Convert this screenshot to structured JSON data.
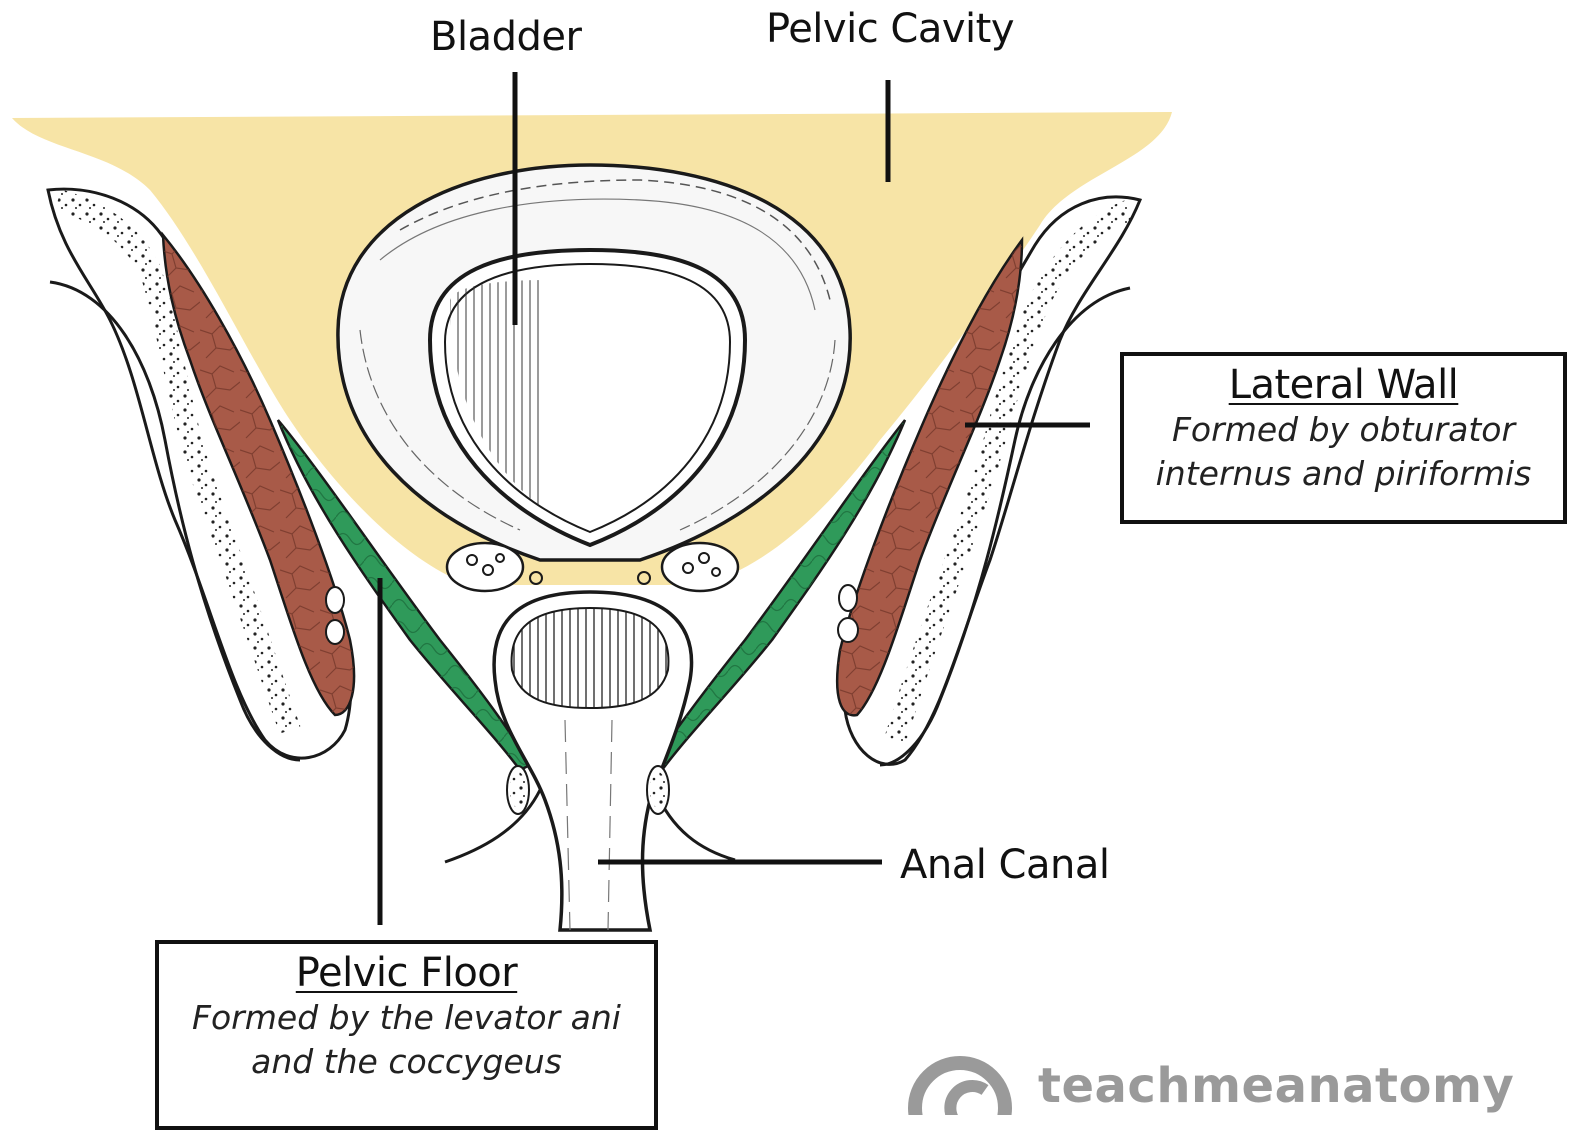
{
  "labels": {
    "bladder": "Bladder",
    "pelvic_cavity": "Pelvic Cavity",
    "anal_canal": "Anal Canal"
  },
  "lateral_wall": {
    "title": "Lateral Wall",
    "desc_line1": "Formed by obturator",
    "desc_line2": "internus and piriformis"
  },
  "pelvic_floor": {
    "title": "Pelvic Floor",
    "desc_line1": "Formed by the levator ani",
    "desc_line2": "and the coccygeus"
  },
  "watermark": {
    "text": "teachmeanatomy",
    "icon": "copyright-icon"
  },
  "colors": {
    "pelvic_cavity": "#f7e4a6",
    "lateral_wall_muscle": "#a85a48",
    "pelvic_floor_muscle": "#2f9a5a",
    "bone": "#ffffff",
    "outline": "#1a1a1a",
    "watermark": "#9a9a9a"
  }
}
